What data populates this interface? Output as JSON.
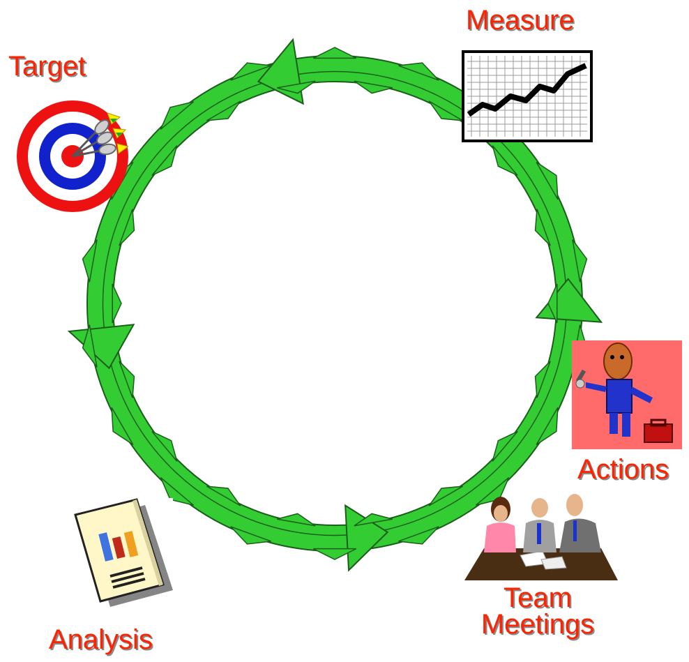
{
  "labels": {
    "measure": "Measure",
    "target": "Target",
    "actions": "Actions",
    "team_line1": "Team",
    "team_line2": "Meetings",
    "analysis": "Analysis"
  },
  "icons": {
    "measure": "line-chart-icon",
    "target": "dartboard-icon",
    "actions": "mechanic-icon",
    "team": "meeting-icon",
    "analysis": "report-icon"
  },
  "colors": {
    "arrow_fill": "#33cc33",
    "arrow_stroke": "#1a5e1a",
    "label_text": "#ff2200",
    "actions_bg": "#ff6b6b"
  }
}
